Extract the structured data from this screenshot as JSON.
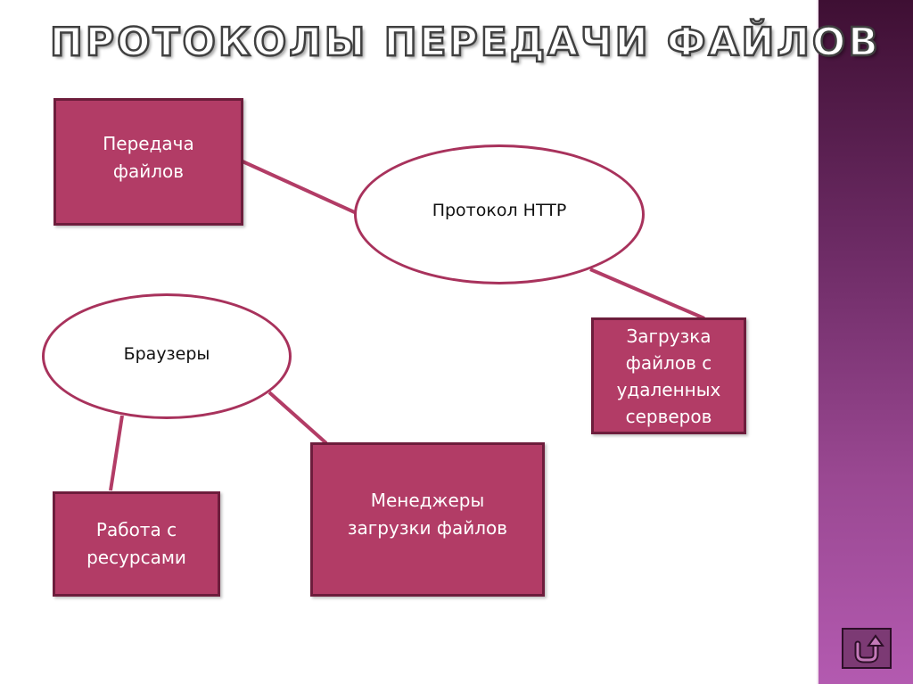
{
  "slide": {
    "title": "ПРОТОКОЛЫ ПЕРЕДАЧИ ФАЙЛОВ"
  },
  "nodes": {
    "file_transfer": "Передача файлов",
    "http_protocol": "Протокол HTTP",
    "remote_download": "Загрузка файлов с удаленных серверов",
    "browsers": "Браузеры",
    "working_with_resources": "Работа с ресурсами",
    "download_managers": "Менеджеры загрузки файлов"
  },
  "colors": {
    "box_fill": "#b23c66",
    "box_border": "#6d1d3c",
    "ellipse_border": "#a8325c",
    "connector": "#b23c66"
  },
  "icons": {
    "nav": "return-arrow-icon"
  }
}
